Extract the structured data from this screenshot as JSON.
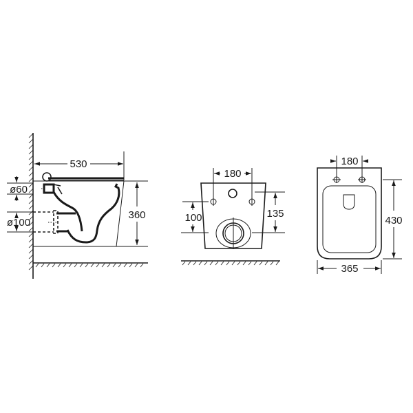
{
  "diagram": {
    "subject": "Wall-hung toilet technical drawing",
    "units": "mm",
    "views": {
      "side": {
        "label": "side-view",
        "dimensions": {
          "length": "530",
          "height": "360",
          "inlet_diameter": "ø60",
          "outlet_diameter": "ø100"
        }
      },
      "back": {
        "label": "back-view",
        "dimensions": {
          "bolt_spacing": "180",
          "bolt_height": "100",
          "inlet_height": "135"
        }
      },
      "top": {
        "label": "top-view",
        "dimensions": {
          "bolt_spacing": "180",
          "depth": "430",
          "width": "365"
        }
      }
    },
    "colors": {
      "line": "#1a1a1a",
      "background": "#ffffff"
    }
  }
}
